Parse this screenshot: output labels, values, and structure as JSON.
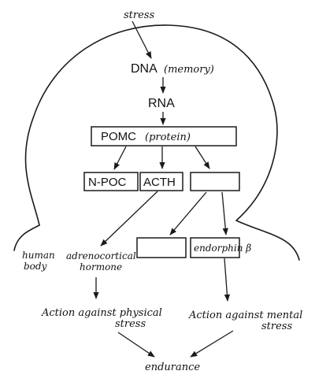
{
  "nodes": {
    "stress": "stress",
    "dna": "DNA",
    "dna_note": "(memory)",
    "rna": "RNA",
    "pomc": "POMC",
    "pomc_note": "(protein)",
    "npoc": "N-POC",
    "acth": "ACTH",
    "blank_box_upper": "",
    "blank_box_lower": "",
    "endorphin": "endorphin β",
    "human_body_line1": "human",
    "human_body_line2": "body",
    "adreno_line1": "adrenocortical",
    "adreno_line2": "hormone",
    "physical_line1": "Action against physical",
    "physical_line2": "stress",
    "mental_line1": "Action against mental",
    "mental_line2": "stress",
    "endurance": "endurance"
  },
  "colors": {
    "ink": "#1a1a1a",
    "paper": "#ffffff"
  }
}
